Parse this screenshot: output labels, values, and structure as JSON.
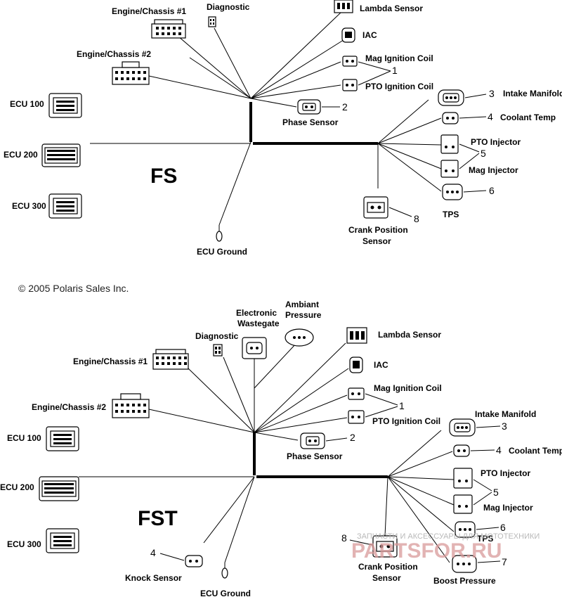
{
  "diagrams": [
    {
      "title": "FS",
      "labels": {
        "engine_chassis_1": "Engine/Chassis #1",
        "diagnostic": "Diagnostic",
        "lambda_sensor": "Lambda Sensor",
        "iac": "IAC",
        "mag_ignition_coil": "Mag Ignition Coil",
        "pto_ignition_coil": "PTO Ignition Coil",
        "engine_chassis_2": "Engine/Chassis #2",
        "ecu_100": "ECU 100",
        "ecu_200": "ECU 200",
        "ecu_300": "ECU 300",
        "phase_sensor": "Phase Sensor",
        "intake_manifold": "Intake Manifold",
        "coolant_temp": "Coolant Temp",
        "pto_injector": "PTO Injector",
        "mag_injector": "Mag Injector",
        "tps": "TPS",
        "crank_position_line1": "Crank Position",
        "crank_position_line2": "Sensor",
        "ecu_ground": "ECU Ground"
      },
      "callouts": {
        "coils": "1",
        "phase": "2",
        "intake": "3",
        "coolant": "4",
        "injectors": "5",
        "tps": "6",
        "crank": "8"
      }
    },
    {
      "title": "FST",
      "labels": {
        "electronic_wastegate_line1": "Electronic",
        "electronic_wastegate_line2": "Wastegate",
        "ambiant_pressure_line1": "Ambiant",
        "ambiant_pressure_line2": "Pressure",
        "diagnostic": "Diagnostic",
        "lambda_sensor": "Lambda Sensor",
        "engine_chassis_1": "Engine/Chassis #1",
        "iac": "IAC",
        "mag_ignition_coil": "Mag Ignition Coil",
        "pto_ignition_coil": "PTO Ignition Coil",
        "engine_chassis_2": "Engine/Chassis #2",
        "intake_manifold": "Intake Manifold",
        "ecu_100": "ECU 100",
        "ecu_200": "ECU 200",
        "ecu_300": "ECU 300",
        "phase_sensor": "Phase Sensor",
        "coolant_temp": "Coolant Temp",
        "pto_injector": "PTO Injector",
        "mag_injector": "Mag Injector",
        "tps": "TPS",
        "crank_position_line1": "Crank Position",
        "crank_position_line2": "Sensor",
        "knock_sensor": "Knock Sensor",
        "ecu_ground": "ECU Ground",
        "boost_pressure": "Boost Pressure"
      },
      "callouts": {
        "coils": "1",
        "phase": "2",
        "intake": "3",
        "coolant": "4",
        "injectors": "5",
        "tps": "6",
        "boost": "7",
        "crank": "8",
        "knock": "4"
      }
    }
  ],
  "copyright": "© 2005 Polaris Sales Inc.",
  "watermark": {
    "top_text": "ЗАПЧАСТИ И АКСЕССУАРЫ ДЛЯ МОТОТЕХНИКИ",
    "logo_text": "PARTSFOR.RU"
  },
  "colors": {
    "watermark_logo": "#d99a9a",
    "line": "#000000"
  }
}
